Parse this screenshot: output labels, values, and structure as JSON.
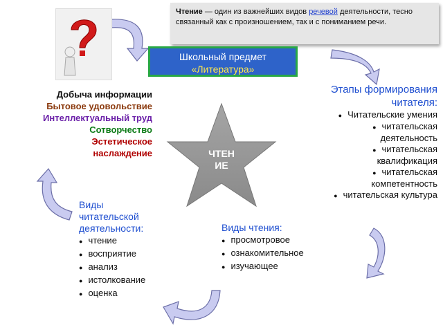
{
  "definition": {
    "term": "Чтение",
    "part1": " — один из важнейших видов ",
    "link": "речевой",
    "part2": " деятельности, тесно связанный как с произношением, так и с пониманием речи."
  },
  "subject": {
    "line1": "Школьный предмет",
    "line2": "«Литература»"
  },
  "center": {
    "line1": "ЧТЕН",
    "line2": "ИЕ"
  },
  "benefits": [
    {
      "text": "Добыча информации",
      "color": "#111111"
    },
    {
      "text": "Бытовое удовольствие",
      "color": "#8b3a0e"
    },
    {
      "text": "Интеллектуальный труд",
      "color": "#6a1fa8"
    },
    {
      "text": "Сотворчество",
      "color": "#0b7a15"
    },
    {
      "text": "Эстетическое",
      "color": "#b00000"
    },
    {
      "text": "наслаждение",
      "color": "#b00000"
    }
  ],
  "stages": {
    "title_line1": "Этапы формирования",
    "title_line2": "читателя:",
    "items": [
      "Читательские умения",
      "читательская",
      "деятельность",
      "читательская",
      "квалификация",
      "читательская",
      "компетентность",
      "читательская культура"
    ]
  },
  "kinds_activity": {
    "title_line1": "Виды",
    "title_line2": "читательской",
    "title_line3": "деятельности:",
    "items": [
      "чтение",
      "восприятие",
      "анализ",
      "истолкование",
      "оценка"
    ]
  },
  "reading_types": {
    "title": "Виды чтения:",
    "items": [
      "просмотровое",
      "ознакомительное",
      "изучающее"
    ]
  },
  "colors": {
    "subject_bg": "#2e63c9",
    "subject_border": "#28a745",
    "heading_blue": "#1f4fd0",
    "star": "#9a9a9a",
    "arrow": "#c9cbf0"
  }
}
